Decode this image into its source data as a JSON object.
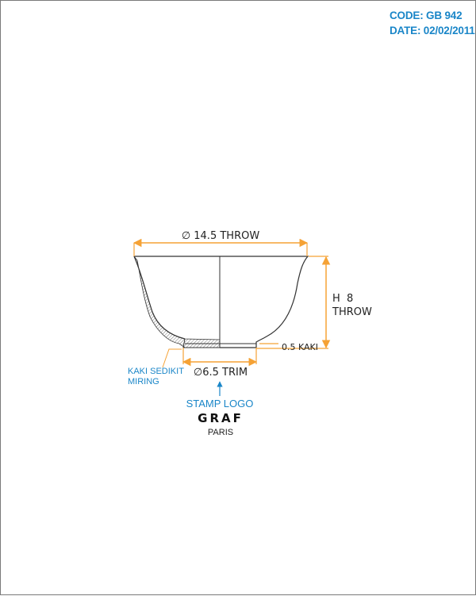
{
  "meta": {
    "code": "CODE: GB 942",
    "date": "DATE: 02/02/2011"
  },
  "dimensions": {
    "top_diameter": "∅ 14.5 THROW",
    "height_line1": "H  8",
    "height_line2": "THROW",
    "foot_height": "0.5 KAKI",
    "base_diameter": "∅6.5 TRIM"
  },
  "notes": {
    "slant_line1": "KAKI SEDIKIT",
    "slant_line2": "MIRING",
    "stamp": "STAMP LOGO"
  },
  "logo": {
    "brand": "GRAF",
    "city": "PARIS"
  },
  "colors": {
    "dimension_lines": "#f5a235",
    "annotations": "#1a86c8",
    "outline": "#333333"
  }
}
